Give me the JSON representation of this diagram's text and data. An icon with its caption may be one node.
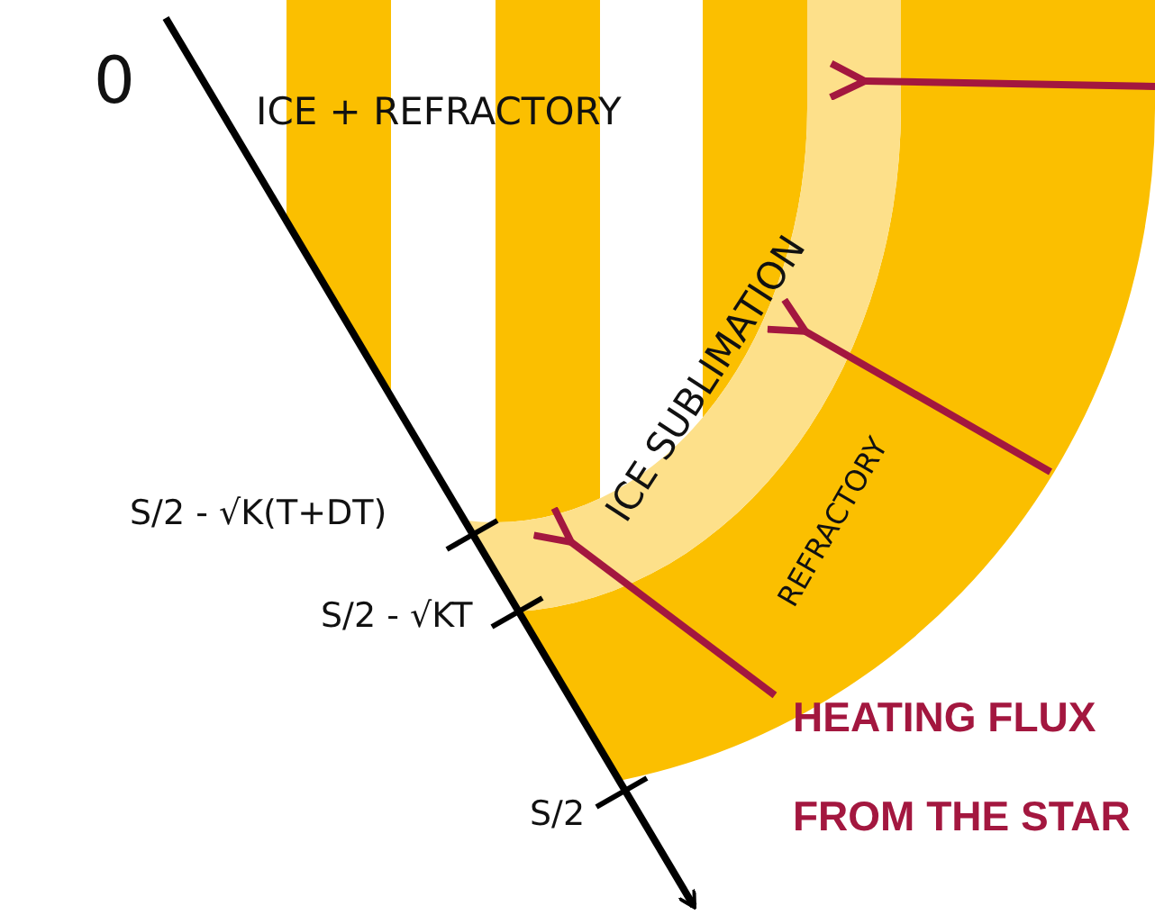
{
  "diagram": {
    "labels": [
      "0",
      "ICE + REFRACTORY",
      "ICE SUBLIMATION",
      "REFRACTORY",
      "S/2 - √K(T+DT)",
      "S/2 - √KT",
      "S/2",
      "HEATING FLUX FROM THE STAR"
    ]
  }
}
